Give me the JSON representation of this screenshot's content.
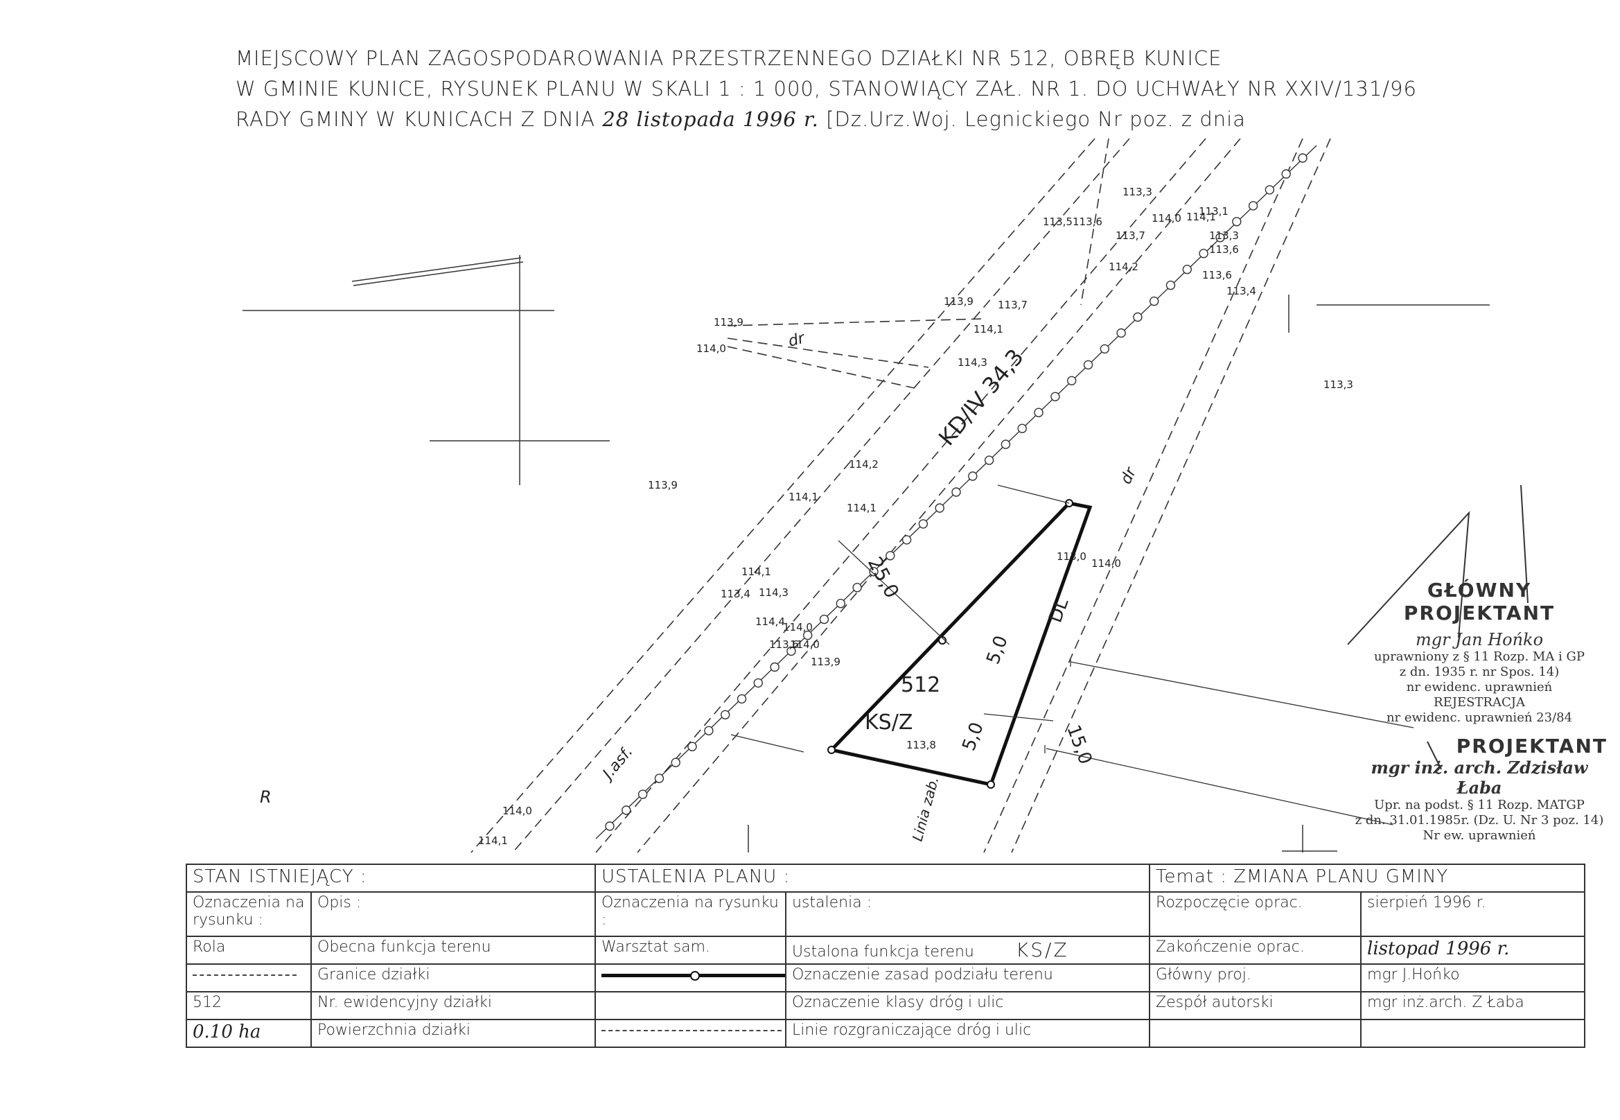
{
  "title": {
    "line1": "MIEJSCOWY PLAN ZAGOSPODAROWANIA PRZESTRZENNEGO DZIAŁKI NR 512, OBRĘB KUNICE",
    "line2": "W GMINIE KUNICE, RYSUNEK PLANU W SKALI 1 : 1 000, STANOWIĄCY ZAŁ. NR 1. DO UCHWAŁY NR XXIV/131/96",
    "line3_prefix": "RADY GMINY W KUNICACH Z DNIA ",
    "line3_date": "28 listopada 1996 r.",
    "line3_suffix": " [Dz.Urz.Woj. Legnickiego Nr          poz.          z dnia"
  },
  "map": {
    "elevations": [
      "113,5",
      "113,6",
      "113,3",
      "114,0",
      "114,1",
      "113,7",
      "114,2",
      "113,1",
      "113,3",
      "113,6",
      "113,6",
      "113,4",
      "113,9",
      "113,9",
      "113,7",
      "114,0",
      "114,1",
      "114,3",
      "113,3",
      "113,9",
      "114,1",
      "114,2",
      "114,1",
      "113,0",
      "114,0",
      "114,1",
      "113,4",
      "114,3",
      "114,4",
      "114,0",
      "113,6",
      "114,0",
      "113,9",
      "113,8",
      "114,0",
      "114,1"
    ],
    "road_label": "KD/IV 34,3",
    "dr_label": "dr",
    "dr_label_2": "dr",
    "dl_label": "DL",
    "dim_label_1": "25,0",
    "dim_label_2": "5,0",
    "dim_label_3": "15,0",
    "dim_label_4": "5,0",
    "parcel_number": "512",
    "parcel_function": "KS/Z",
    "asf_label": "J.asf.",
    "linia_zabud": "Linia zab.",
    "r_label": "R"
  },
  "stamps": {
    "glowny_title": "GŁÓWNY PROJEKTANT",
    "glowny_name": "mgr Jan Hońko",
    "glowny_line1": "uprawniony z § 11 Rozp. MA i GP",
    "glowny_line2": "z dn. 1935 r.      nr Spos. 14)",
    "glowny_line3": "nr ewidenc. uprawnień",
    "glowny_line4": "REJESTRACJA",
    "glowny_line5": "nr ewidenc. uprawnień 23/84",
    "projektant_title": "PROJEKTANT",
    "projektant_name": "mgr inż. arch. Zdzisław Łaba",
    "projektant_line1": "Upr. na podst. § 11 Rozp. MATGP",
    "projektant_line2": "z dn. 31.01.1985r. (Dz. U. Nr 3 poz. 14)",
    "projektant_line3": "Nr ew. uprawnień"
  },
  "legend": {
    "stan_header": "STAN ISTNIEJĄCY :",
    "ustalenia_header": "USTALENIA PLANU :",
    "temat": "Temat : ZMIANA PLANU GMINY",
    "col_oznaczenia": "Oznaczenia na rysunku :",
    "col_opis": "Opis :",
    "col_ozn_plan": "Oznaczenia na rysunku :",
    "col_ustalenia": "ustalenia :",
    "rozpoczecie_label": "Rozpoczęcie oprac.",
    "rozpoczecie_value": "sierpień 1996 r.",
    "rows": [
      {
        "ozn": "Rola",
        "opis": "Obecna funkcja terenu",
        "ozn_plan": "Warsztat sam.",
        "ustalenie": "Ustalona funkcja terenu",
        "symbol": "KS/Z",
        "meta_label": "Zakończenie oprac.",
        "meta_value": "listopad 1996 r."
      },
      {
        "ozn": "",
        "opis": "Granice działki",
        "ozn_plan": "",
        "ustalenie": "Oznaczenie zasad podziału terenu",
        "symbol": "",
        "meta_label": "Główny proj.",
        "meta_value": "mgr J.Hońko"
      },
      {
        "ozn": "512",
        "opis": "Nr. ewidencyjny działki",
        "ozn_plan": "",
        "ustalenie": "Oznaczenie klasy dróg i ulic",
        "symbol": "",
        "meta_label": "Zespół autorski",
        "meta_value": "mgr inż.arch. Z Łaba"
      },
      {
        "ozn": "0.10 ha",
        "opis": "Powierzchnia działki",
        "ozn_plan": "",
        "ustalenie": "Linie rozgraniczające dróg i ulic",
        "symbol": "",
        "meta_label": "",
        "meta_value": ""
      }
    ]
  }
}
